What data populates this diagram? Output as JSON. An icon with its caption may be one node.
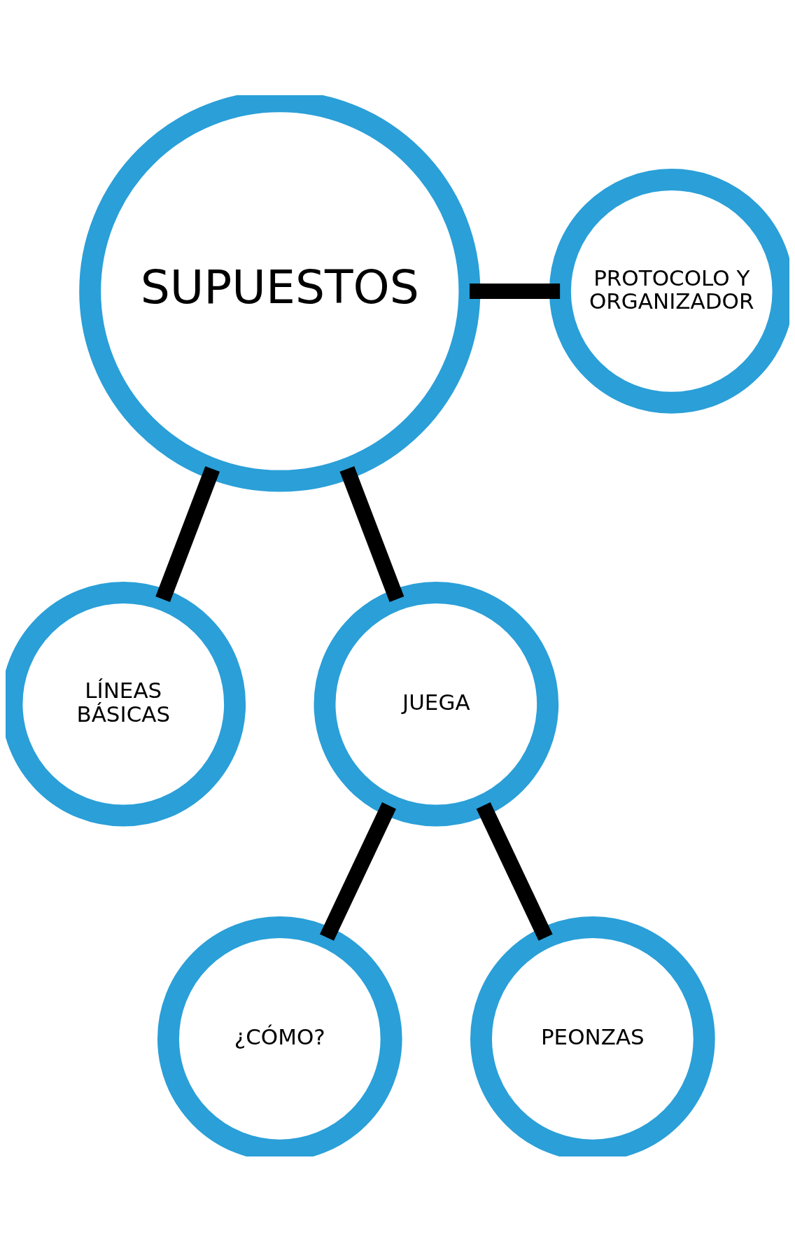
{
  "diagram": {
    "nodes": [
      {
        "text": [
          "LÍNEAS BÁSICAS"
        ]
      },
      {
        "text": [
          "SUPUESTOS"
        ]
      },
      {
        "text": [
          "PROTOCOLO Y ORGANIZADOR"
        ]
      },
      {
        "text": [
          "JUEGA"
        ]
      },
      {
        "text": [
          "¿CÓMO?"
        ]
      },
      {
        "text": [
          "PEONZAS"
        ]
      }
    ],
    "edges": [
      {
        "from": 1,
        "to": 0,
        "arrow": "none"
      },
      {
        "from": 1,
        "to": 2,
        "arrow": "none"
      },
      {
        "from": 1,
        "to": 3,
        "arrow": "none"
      },
      {
        "from": 3,
        "to": 4,
        "arrow": "none"
      },
      {
        "from": 3,
        "to": 5,
        "arrow": "none"
      }
    ]
  }
}
